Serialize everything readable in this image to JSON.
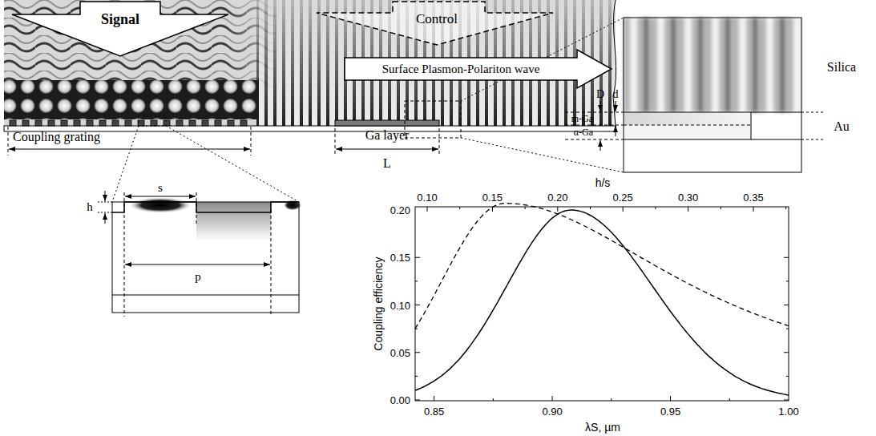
{
  "diagram": {
    "nodes": [
      {
        "text": [
          "Signal"
        ]
      },
      {
        "text": [
          "Control"
        ]
      },
      {
        "text": [
          "Surface Plasmon-Polariton wave"
        ]
      }
    ],
    "labels": [
      "Coupling grating",
      "Ga layer",
      "L",
      "Silica",
      "m-Ga",
      "α-Ga",
      "Au",
      "D",
      "d",
      "s",
      "h",
      "p",
      "h/s",
      "0.10",
      "0.15",
      "0.20",
      "0.25",
      "0.30",
      "0.35",
      "0.00",
      "0.05",
      "0.10",
      "0.15",
      "0.20",
      "0.85",
      "0.90",
      "0.95",
      "1.00",
      "Coupling efficiency",
      "λS, µm"
    ]
  }
}
